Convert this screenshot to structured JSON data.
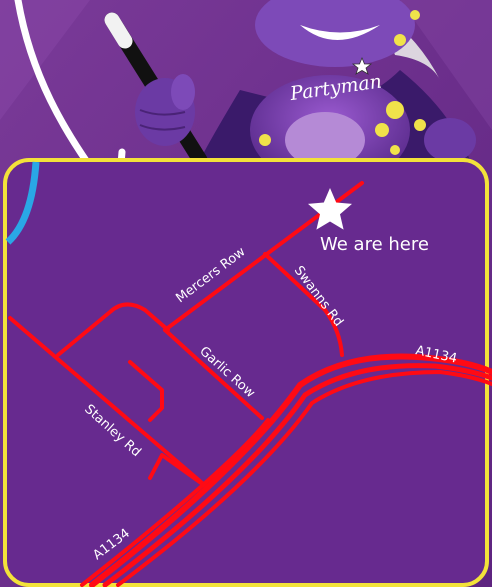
{
  "colors": {
    "background": "#6a2a8c",
    "map_fill": "#672a8f",
    "map_border": "#f3e23a",
    "road": "#ff0a14",
    "accent_blue": "#2aa7e6",
    "label": "#ffffff"
  },
  "brand": {
    "logo_text": "Partyman"
  },
  "marker": {
    "label": "We are here",
    "icon": "star-icon"
  },
  "roads": {
    "mercers_row": "Mercers Row",
    "swanns_rd": "Swanns Rd",
    "garlic_row": "Garlic Row",
    "stanley_rd": "Stanley Rd",
    "a1134_east": "A1134",
    "a1134_south": "A1134"
  }
}
